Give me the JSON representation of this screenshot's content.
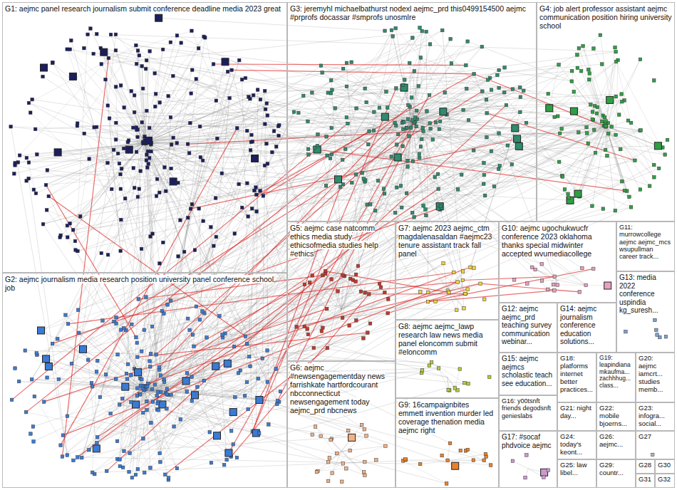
{
  "diagram": {
    "nodes": [
      {
        "text": [
          "G1: aejmc panel research journalism submit conference deadline media 2023 great"
        ]
      },
      {
        "text": [
          "G2: aejmc journalism media research position university panel conference school job"
        ]
      },
      {
        "text": [
          "G3: jeremyhl michaelbathurst nodexl aejmc_prd this0499154500 aejmc #prprofs docassar #smprofs unosmlre"
        ]
      },
      {
        "text": [
          "G4: job alert professor assistant aejmc communication position hiring university school"
        ]
      },
      {
        "text": [
          "G5: aejmc case natcomm ethics media study ethicsofmedia studies help #ethics"
        ]
      },
      {
        "text": [
          "G6: aejmc #newsengagementday news farrishkate hartfordcourant nbcconnecticut newsengagement today aejmc_prd nbcnews"
        ]
      },
      {
        "text": [
          "G7: aejmc 2023 aejmc_ctm magdalenasaldan #aejmc23 tenure assistant track fall panel"
        ]
      },
      {
        "text": [
          "G8: aejmc aejmc_lawp research law news media panel eloncomm submit #eloncomm"
        ]
      },
      {
        "text": [
          "G9: 16campaignbites emmett invention murder led coverage thenation media aejmc right"
        ]
      },
      {
        "text": [
          "G10: aejmc ugochukwucfr conference 2023 oklahoma thanks special midwinter accepted wvumediacollege"
        ]
      },
      {
        "text": [
          "G11: murrowcollege aejmc aejmc_mcs wsupullman career track..."
        ]
      },
      {
        "text": [
          "G12: aejmc aejmc_prd teaching survey communication webinar..."
        ]
      },
      {
        "text": [
          "G13: media 2022 conference uspindia kg_suresh..."
        ]
      },
      {
        "text": [
          "G14: aejmc journalism conference education solutions..."
        ]
      },
      {
        "text": [
          "G15: aejmc aejmcs scholastic teach see education..."
        ]
      },
      {
        "text": [
          "G16: y00tsnft friends degodsnft genieslabs"
        ]
      },
      {
        "text": [
          "G17: #socaf phdvoice aejmc"
        ]
      },
      {
        "text": [
          "G18: platforms internet better practices..."
        ]
      },
      {
        "text": [
          "G19: leapindiana mkaufma... zachhhug... class..."
        ]
      },
      {
        "text": [
          "G20: aejmc iamcrt... studies memb..."
        ]
      },
      {
        "text": [
          "G21: night day..."
        ]
      },
      {
        "text": [
          "G22: mobile bjoerns..."
        ]
      },
      {
        "text": [
          "G23: infogra... social..."
        ]
      },
      {
        "text": [
          "G24: today's keont..."
        ]
      },
      {
        "text": [
          "G25: law libel..."
        ]
      },
      {
        "text": [
          "G26: aejmc..."
        ]
      },
      {
        "text": [
          "G27"
        ]
      },
      {
        "text": [
          "G28"
        ]
      },
      {
        "text": [
          "G29: countr..."
        ]
      },
      {
        "text": [
          "G30"
        ]
      },
      {
        "text": [
          "G31"
        ]
      },
      {
        "text": [
          "G32"
        ]
      }
    ]
  }
}
